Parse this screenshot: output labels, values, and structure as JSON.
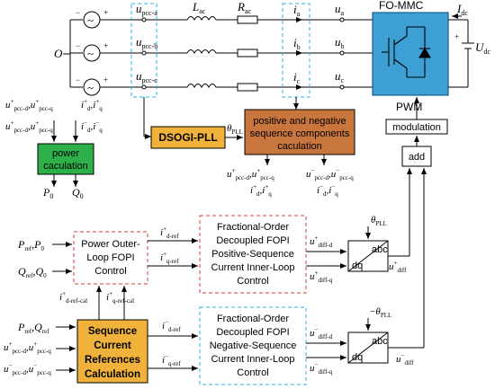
{
  "grid": {
    "node_o": "O",
    "pcc_a": "u",
    "pcc_a_sub": "pcc-a",
    "pcc_b": "u",
    "pcc_b_sub": "pcc-b",
    "pcc_c": "u",
    "pcc_c_sub": "pcc-c",
    "l_ac": "L",
    "l_ac_sub": "ac",
    "r_ac": "R",
    "r_ac_sub": "ac",
    "ia": "i",
    "ia_sub": "a",
    "ib": "i",
    "ib_sub": "b",
    "ic": "i",
    "ic_sub": "c",
    "ua": "u",
    "ua_sub": "a",
    "ub": "u",
    "ub_sub": "b",
    "uc": "u",
    "uc_sub": "c",
    "plus": "+",
    "minus": "−",
    "tilde": "~"
  },
  "converter": {
    "title": "FO-MMC",
    "idc": "I",
    "idc_sub": "dc",
    "udc": "U",
    "udc_sub": "dc",
    "pwm": "PWM",
    "colors": {
      "fill": "#3d9fd4",
      "edge": "#1a5f8a"
    }
  },
  "blocks": {
    "dsogi": {
      "label": "DSOGI-PLL",
      "color": "#f0b23a"
    },
    "theta_pll": "θ",
    "theta_pll_sub": "PLL",
    "seq_calc": {
      "line1": "positive and negative",
      "line2": "sequence components",
      "line3": "caculation",
      "color": "#c8753e"
    },
    "power_calc": {
      "line1": "power",
      "line2": "caculation",
      "color": "#2db04a"
    },
    "modulation": "modulation",
    "add": "add",
    "outer_loop": {
      "line1": "Power Outer-",
      "line2": "Loop FOPI",
      "line3": "Control"
    },
    "pos_inner": {
      "line1": "Fractional-Order",
      "line2": "Decoupled FOPI",
      "line3": "Positive-Sequence",
      "line4": "Current Inner-Loop",
      "line5": "Control"
    },
    "neg_inner": {
      "line1": "Fractional-Order",
      "line2": "Decoupled FOPI",
      "line3": "Negative-Sequence",
      "line4": "Current Inner-Loop",
      "line5": "Control"
    },
    "seq_ref": {
      "line1": "Sequence",
      "line2": "Current",
      "line3": "References",
      "line4": "Calculation",
      "color": "#f0b23a"
    },
    "abc": "abc",
    "dq": "dq"
  },
  "signals": {
    "u": "u",
    "i": "i",
    "P": "P",
    "Q": "Q",
    "theta": "θ",
    "pcc_d": "pcc-d",
    "pcc_q": "pcc-q",
    "sup_plus": "+",
    "sup_minus": "−",
    "comma": ",",
    "d": "d",
    "q": "q",
    "P0": "0",
    "Q0": "0",
    "ref": "ref",
    "d_ref": "d-ref",
    "q_ref": "q-ref",
    "d_ref_cal": "d-ref-cal",
    "q_ref_cal": "q-ref-cal",
    "diff_d": "diff-d",
    "diff_q": "diff-q",
    "diff": "diff",
    "neg_theta": "−θ",
    "pll": "PLL"
  },
  "colors": {
    "red_dash": "#e23b3b",
    "cyan_dash": "#2bb3e0",
    "line": "#000000"
  }
}
